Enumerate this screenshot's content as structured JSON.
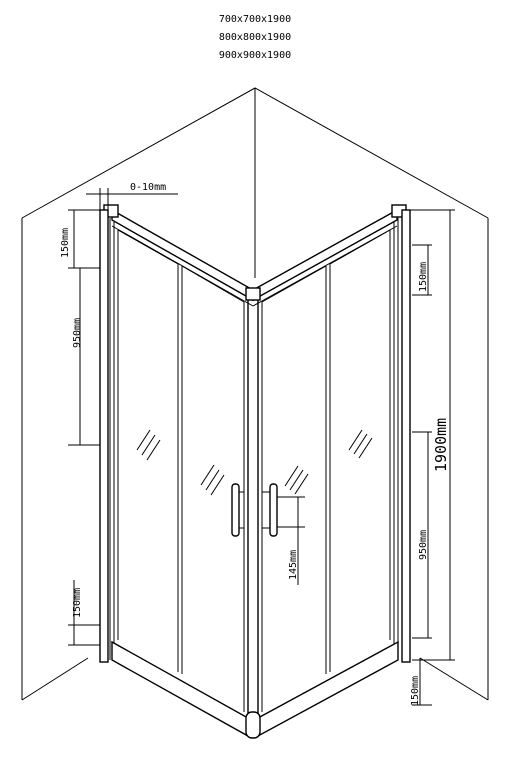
{
  "sizes": [
    "700x700x1900",
    "800x800x1900",
    "900x900x1900"
  ],
  "dimensions": {
    "gap": "0-10mm",
    "left_top_panel": "150mm",
    "left_middle": "950mm",
    "left_bottom_panel": "150mm",
    "right_top_panel": "150mm",
    "total_height": "1900mm",
    "right_middle": "950mm",
    "right_bottom_panel": "150mm",
    "handle_height": "145mm"
  }
}
